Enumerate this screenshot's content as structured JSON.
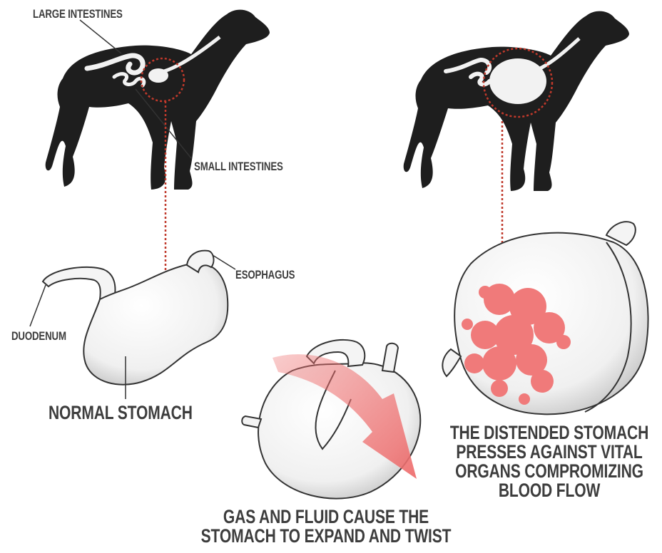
{
  "labels": {
    "large_intestines": "LARGE INTESTINES",
    "small_intestines": "SMALL INTESTINES",
    "esophagus": "ESOPHAGUS",
    "duodenum": "DUODENUM",
    "normal_stomach": "NORMAL STOMACH",
    "twist_caption": [
      "GAS AND FLUID CAUSE THE",
      "STOMACH TO EXPAND AND TWIST"
    ],
    "distended_caption": [
      "THE DISTENDED STOMACH",
      "PRESSES AGAINST VITAL",
      "ORGANS COMPROMIZING",
      "BLOOD FLOW"
    ]
  },
  "colors": {
    "dog": "#1e1e1e",
    "organ": "#f2f2f2",
    "outline": "#333333",
    "dotted_guide": "#c0392b",
    "pressure_spots": "#f07a7a",
    "arrow": "#ee6f6f",
    "text": "#3d3d3d"
  }
}
